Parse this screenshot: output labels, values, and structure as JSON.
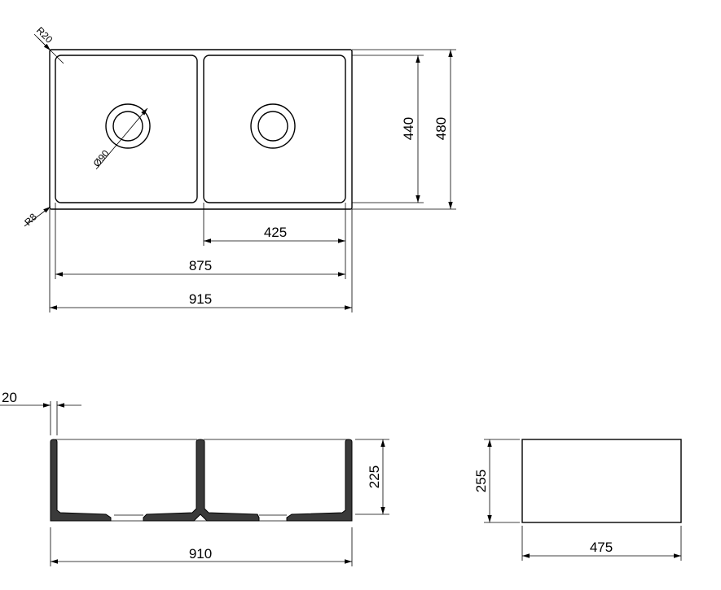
{
  "top_view": {
    "radius_outer": "R20",
    "radius_corner": "R8",
    "drain_diameter": "Ø90",
    "bowl_depth_inner": "440",
    "overall_depth": "480",
    "bowl_width": "425",
    "inner_width": "875",
    "overall_width": "915"
  },
  "front_view": {
    "wall_thickness": "20",
    "bowl_height": "225",
    "overall_width": "910"
  },
  "side_view": {
    "height": "255",
    "depth": "475"
  }
}
